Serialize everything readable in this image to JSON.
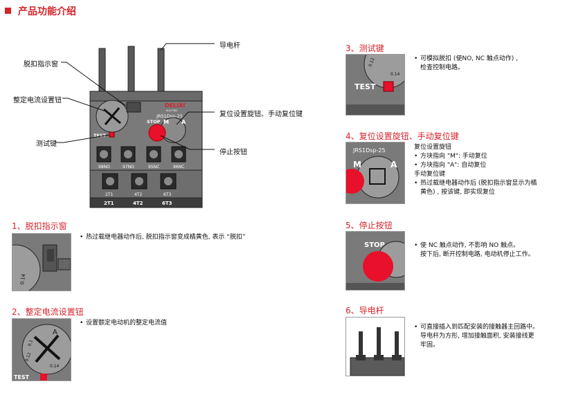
{
  "header": {
    "title": "产品功能介绍"
  },
  "device": {
    "brand": "DELIXI",
    "brand_sub": "ELECTRIC",
    "model": "JRS1Dsp-25",
    "stop": "STOP",
    "mode_m": "M",
    "mode_a": "A",
    "test": "TEST",
    "terminals_top": [
      "98NO",
      "97NO",
      "95NC",
      "96NC"
    ],
    "terminals_bottom": [
      "2T1",
      "4T2",
      "6T3"
    ],
    "bottom_marks": [
      "2T1",
      "4T2",
      "6T3"
    ]
  },
  "callouts": {
    "conductor": "导电杆",
    "trip_window": "脱扣指示窗",
    "current_knob": "整定电流设置钮",
    "reset_knob": "复位设置旋钮、手动复位键",
    "test_key": "测试键",
    "stop_button": "停止按钮"
  },
  "sections": [
    {
      "title": "1、脱扣指示窗",
      "bullets": [
        "热过载继电器动作后, 脱扣指示窗变成橘黄色, 表示 “脱扣”"
      ]
    },
    {
      "title": "2、整定电流设置钮",
      "bullets": [
        "设置额定电动机的整定电流值"
      ]
    },
    {
      "title": "3、测试键",
      "bullets": [
        "可模拟脱扣 (使NO, NC 触点动作) ,\n检查控制电路。"
      ]
    },
    {
      "title": "4、复位设置旋钮、手动复位键",
      "lines": [
        "复位设置旋钮"
      ],
      "bullets": [
        "方块指向 \"M\": 手动复位",
        "方块指向 \"A\": 自动复位"
      ],
      "lines2": [
        "手动复位键"
      ],
      "bullets2": [
        "热过载继电器动作后 (脱扣指示窗显示为橘\n黄色) , 按该键, 即实现复位"
      ]
    },
    {
      "title": "5、停止按钮",
      "bullets": [
        "使 NC 触点动作, 不影响 NO 触点。\n按下后, 断开控制电路, 电动机停止工作。"
      ]
    },
    {
      "title": "6、导电杆",
      "bullets": [
        "可直接插入到匹配安装的接触器主回路中。\n导电杆为方形, 增加接触面积, 安装接线更\n牢固。"
      ]
    }
  ],
  "thumbs": {
    "dial_marks": [
      "0.14",
      "0.12",
      "0.1"
    ],
    "dial_a": "A",
    "test": "TEST",
    "model": "JRS1Dsp-25",
    "m": "M",
    "a": "A",
    "stop": "STOP"
  },
  "colors": {
    "accent": "#d5232b",
    "device_gray": "#727272",
    "dark": "#3a3a3a"
  }
}
